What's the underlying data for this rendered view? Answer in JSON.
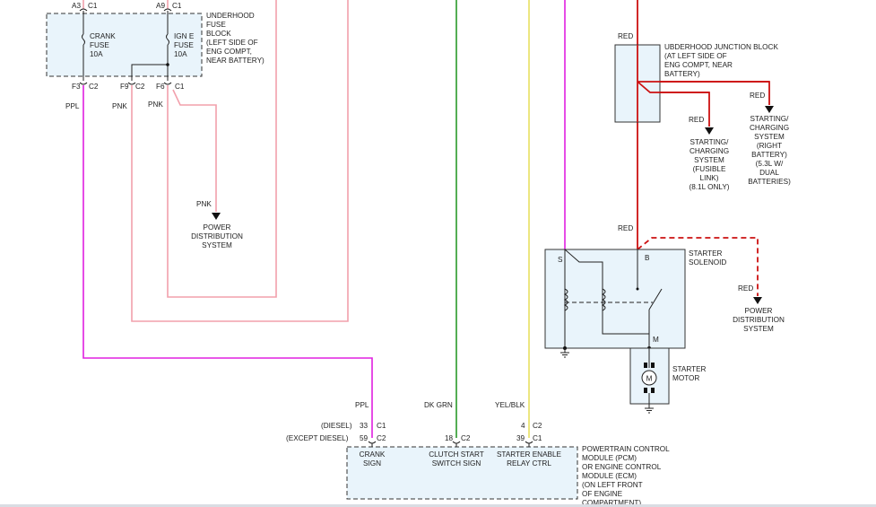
{
  "fuse_block": {
    "label": [
      "UNDERHOOD",
      "FUSE",
      "BLOCK",
      "(LEFT SIDE OF",
      "ENG COMPT,",
      "NEAR BATTERY)"
    ],
    "crank_fuse": [
      "CRANK",
      "FUSE",
      "10A"
    ],
    "igne_fuse": [
      "IGN E",
      "FUSE",
      "10A"
    ],
    "top_pins": {
      "a3": "A3",
      "a3_conn": "C1",
      "a9": "A9",
      "a9_conn": "C1"
    },
    "bottom_pins": {
      "f3": "F3",
      "f3_conn": "C2",
      "f9": "F9",
      "f9_conn": "C2",
      "f6": "F6",
      "f6_conn": "C1"
    }
  },
  "wire_colors": {
    "ppl": "PPL",
    "pnk1": "PNK",
    "pnk2": "PNK",
    "pnk3": "PNK",
    "dk_grn": "DK GRN",
    "yel_blk": "YEL/BLK",
    "ppl_pcm": "PPL",
    "red_top": "RED",
    "red_fl": "RED",
    "red_rb": "RED",
    "red_sol": "RED",
    "red_pd": "RED"
  },
  "power_dist_left": [
    "POWER",
    "DISTRIBUTION",
    "SYSTEM"
  ],
  "junction_block": {
    "label": [
      "UBDERHOOD JUNCTION BLOCK",
      "(AT LEFT SIDE OF",
      "ENG COMPT, NEAR",
      "BATTERY)"
    ]
  },
  "starting_fusible": [
    "STARTING/",
    "CHARGING",
    "SYSTEM",
    "(FUSIBLE",
    "LINK)",
    "(8.1L ONLY)"
  ],
  "starting_right": [
    "STARTING/",
    "CHARGING",
    "SYSTEM",
    "(RIGHT",
    "BATTERY)",
    "(5.3L W/",
    "DUAL",
    "BATTERIES)"
  ],
  "solenoid": {
    "label": [
      "STARTER",
      "SOLENOID"
    ],
    "s": "S",
    "b": "B",
    "m": "M"
  },
  "motor": {
    "label": [
      "STARTER",
      "MOTOR"
    ],
    "symbol": "M"
  },
  "power_dist_right": [
    "POWER",
    "DISTRIBUTION",
    "SYSTEM"
  ],
  "pcm": {
    "label": [
      "POWERTRAIN CONTROL",
      "MODULE (PCM)",
      "OR ENGINE CONTROL",
      "MODULE (ECM)",
      "(ON LEFT FRONT",
      "OF ENGINE",
      "COMPARTMENT)"
    ],
    "crank_sign": [
      "CRANK",
      "SIGN"
    ],
    "clutch_sign": [
      "CLUTCH START",
      "SWITCH SIGN"
    ],
    "starter_relay": [
      "STARTER ENABLE",
      "RELAY CTRL"
    ],
    "diesel": "(DIESEL)",
    "except_diesel": "(EXCEPT DIESEL)",
    "pin_33": "33",
    "pin_33_conn": "C1",
    "pin_59": "59",
    "pin_59_conn": "C2",
    "pin_18": "18",
    "pin_18_conn": "C2",
    "pin_4": "4",
    "pin_4_conn": "C2",
    "pin_39": "39",
    "pin_39_conn": "C1"
  }
}
